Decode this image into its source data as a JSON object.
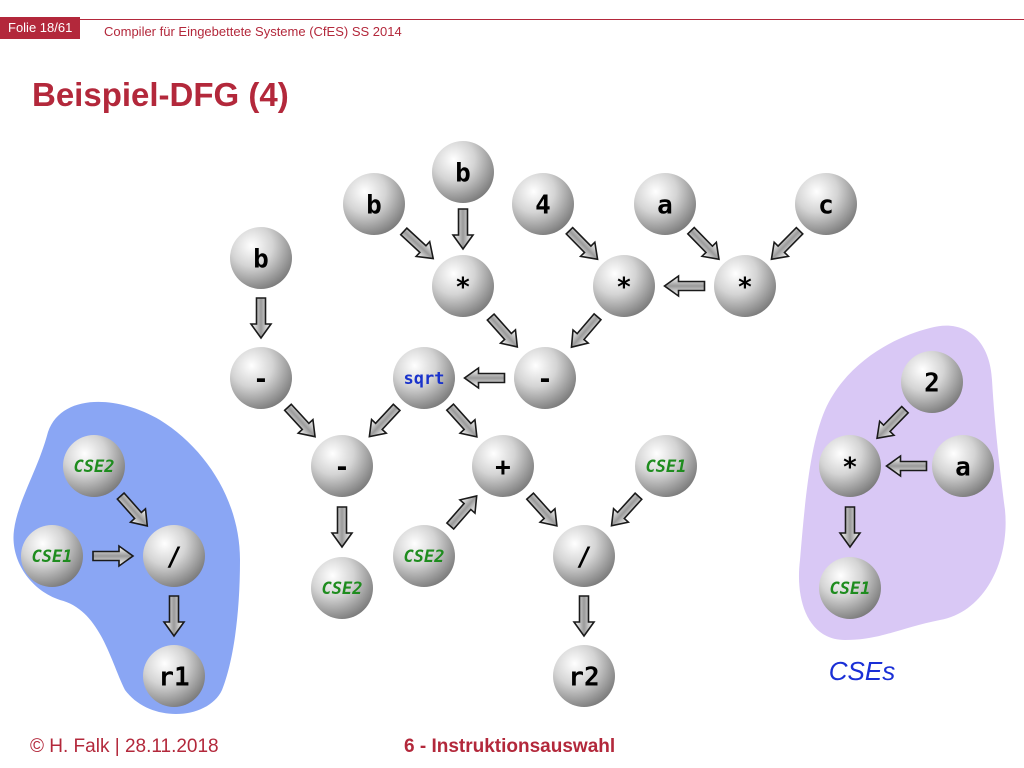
{
  "header": {
    "slide_counter": "Folie 18/61",
    "course": "Compiler für Eingebettete Systeme (CfES) SS 2014"
  },
  "title": "Beispiel-DFG (4)",
  "footer": {
    "author_date": "© H. Falk | 28.11.2018",
    "chapter": "6 - Instruktionsauswahl"
  },
  "colors": {
    "accent": "#b3283b",
    "cse_text": "#1e8c1e",
    "sqrt_text": "#1a33cc",
    "blue_region": "#8aa6f4",
    "purple_region": "#d9c8f5",
    "cse_legend": "#1a2fd6"
  },
  "legend": "CSEs",
  "nodes": [
    {
      "id": "b_top",
      "label": "b"
    },
    {
      "id": "b_mul",
      "label": "b"
    },
    {
      "id": "four",
      "label": "4"
    },
    {
      "id": "a_top",
      "label": "a"
    },
    {
      "id": "c_top",
      "label": "c"
    },
    {
      "id": "b_left",
      "label": "b"
    },
    {
      "id": "mul1",
      "label": "*"
    },
    {
      "id": "mul2",
      "label": "*"
    },
    {
      "id": "mul3",
      "label": "*"
    },
    {
      "id": "neg",
      "label": "-"
    },
    {
      "id": "sqrt",
      "label": "sqrt"
    },
    {
      "id": "sub1",
      "label": "-"
    },
    {
      "id": "sub2",
      "label": "-"
    },
    {
      "id": "add",
      "label": "+"
    },
    {
      "id": "cse1_mid",
      "label": "CSE1"
    },
    {
      "id": "cse2_out",
      "label": "CSE2"
    },
    {
      "id": "cse2_in",
      "label": "CSE2"
    },
    {
      "id": "div2",
      "label": "/"
    },
    {
      "id": "r2",
      "label": "r2"
    },
    {
      "id": "cse2_l",
      "label": "CSE2"
    },
    {
      "id": "cse1_l",
      "label": "CSE1"
    },
    {
      "id": "div1",
      "label": "/"
    },
    {
      "id": "r1",
      "label": "r1"
    },
    {
      "id": "two",
      "label": "2"
    },
    {
      "id": "mul4",
      "label": "*"
    },
    {
      "id": "a_r",
      "label": "a"
    },
    {
      "id": "cse1_out",
      "label": "CSE1"
    }
  ],
  "edges": [
    [
      "b_mul",
      "mul1"
    ],
    [
      "b_top",
      "mul1"
    ],
    [
      "four",
      "mul2"
    ],
    [
      "a_top",
      "mul3"
    ],
    [
      "c_top",
      "mul3"
    ],
    [
      "mul3",
      "mul2"
    ],
    [
      "mul1",
      "sub2"
    ],
    [
      "mul2",
      "sub2"
    ],
    [
      "sub2",
      "sqrt"
    ],
    [
      "b_left",
      "neg"
    ],
    [
      "neg",
      "sub1"
    ],
    [
      "sqrt",
      "sub1"
    ],
    [
      "sqrt",
      "add"
    ],
    [
      "sub1",
      "cse2_out"
    ],
    [
      "cse2_in",
      "add"
    ],
    [
      "add",
      "div2"
    ],
    [
      "cse1_mid",
      "div2"
    ],
    [
      "div2",
      "r2"
    ],
    [
      "cse2_l",
      "div1"
    ],
    [
      "cse1_l",
      "div1"
    ],
    [
      "div1",
      "r1"
    ],
    [
      "two",
      "mul4"
    ],
    [
      "a_r",
      "mul4"
    ],
    [
      "mul4",
      "cse1_out"
    ]
  ]
}
